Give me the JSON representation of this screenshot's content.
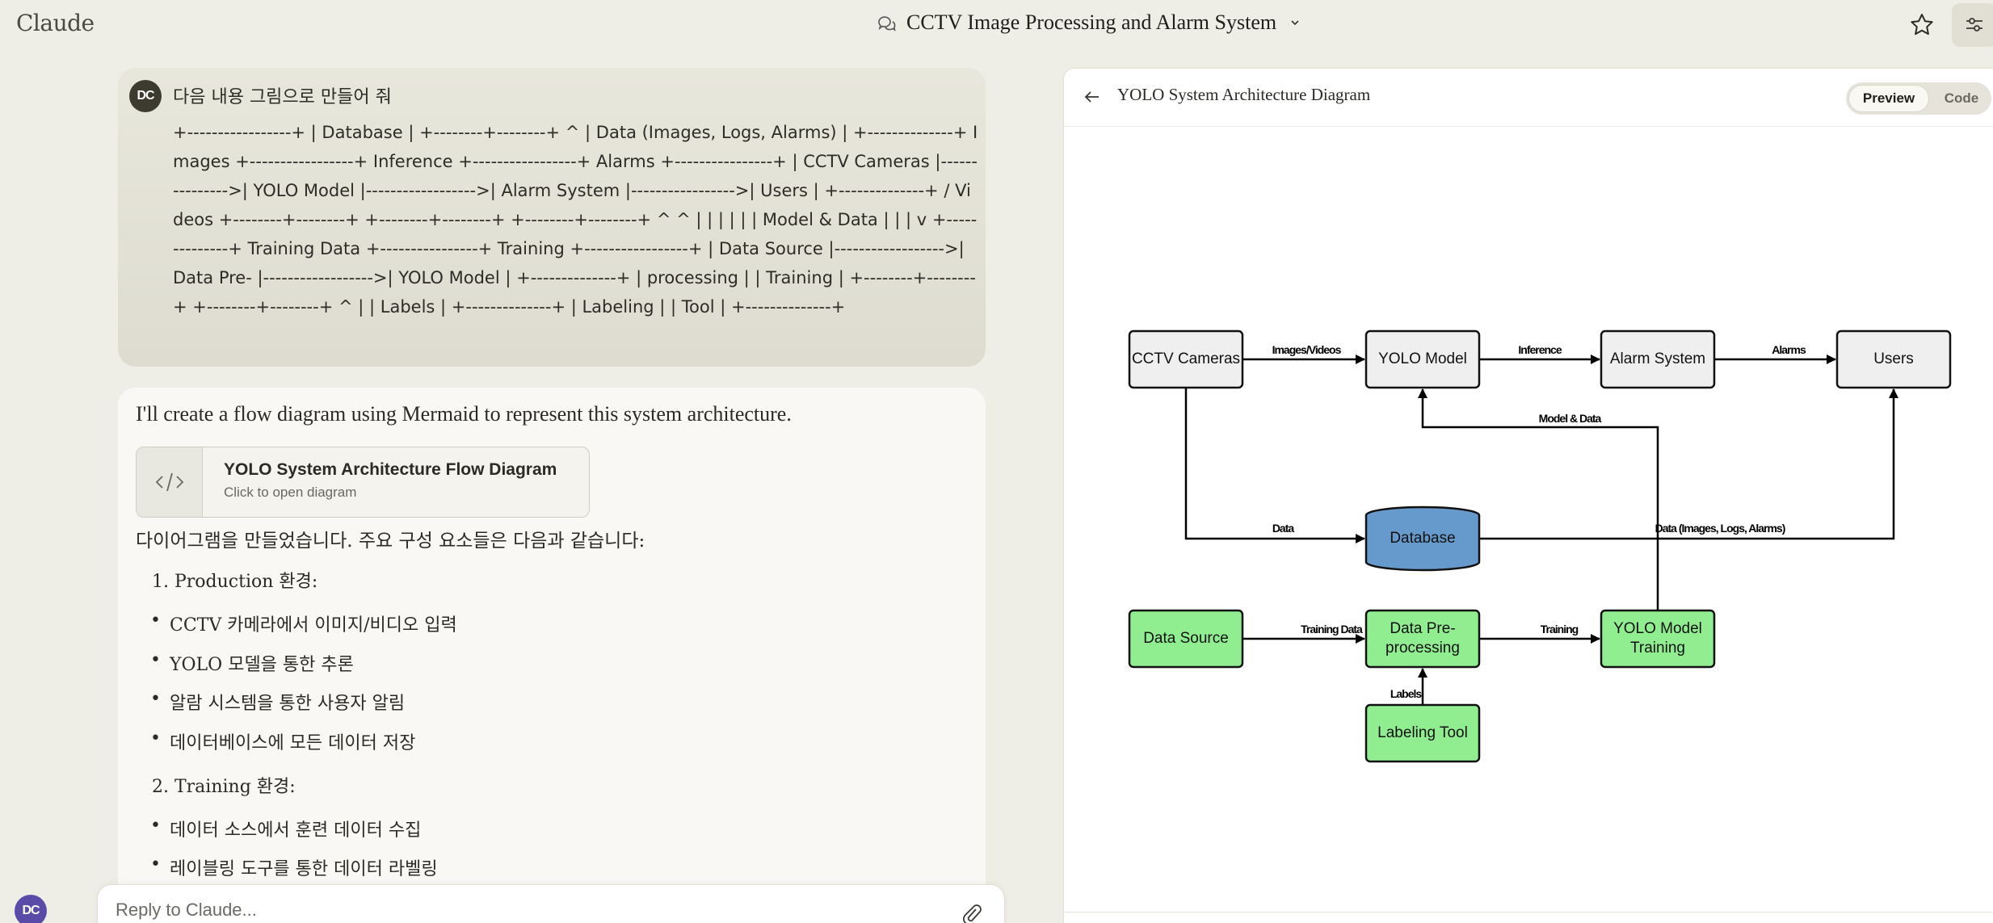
{
  "app": {
    "name": "Claude"
  },
  "header": {
    "chat_title": "CCTV Image Processing and Alarm System",
    "icons": {
      "chat": "chat-bubbles-icon",
      "dropdown": "chevron-down-icon",
      "star": "star-icon",
      "settings": "sliders-icon"
    }
  },
  "user_message": {
    "avatar_initials": "DC",
    "prompt": "다음 내용 그림으로 만들어 줘",
    "ascii_text": "+-----------------+ | Database | +--------+--------+ ^ | Data (Images, Logs, Alarms) | +--------------+ Images +-----------------+ Inference +-----------------+ Alarms +----------------+ | CCTV Cameras |--------------->| YOLO Model |------------------>| Alarm System |----------------->| Users | +--------------+ / Videos +--------+--------+ +--------+--------+ +--------+--------+ ^ ^ | | | | | | Model & Data | | | v +--------------+ Training Data +----------------+ Training +-----------------+ | Data Source |------------------>| Data Pre- |------------------>| YOLO Model | +--------------+ | processing | | Training | +--------+--------+ +--------+--------+ ^ | | Labels | +--------------+ | Labeling | | Tool | +--------------+"
  },
  "assistant_message": {
    "intro": "I'll create a flow diagram using Mermaid to represent this system architecture.",
    "artifact": {
      "icon": "code-icon",
      "title": "YOLO System Architecture Flow Diagram",
      "subtitle": "Click to open diagram"
    },
    "summary": "다이어그램을 만들었습니다. 주요 구성 요소들은 다음과 같습니다:",
    "sections": [
      {
        "heading": "1. Production 환경:",
        "bullets": [
          "CCTV 카메라에서 이미지/비디오 입력",
          "YOLO 모델을 통한 추론",
          "알람 시스템을 통한 사용자 알림",
          "데이터베이스에 모든 데이터 저장"
        ]
      },
      {
        "heading": "2. Training 환경:",
        "bullets": [
          "데이터 소스에서 훈련 데이터 수집",
          "레이블링 도구를 통한 데이터 라벨링"
        ]
      }
    ]
  },
  "reply": {
    "placeholder": "Reply to Claude...",
    "avatar_initials": "DC",
    "attach_icon": "paperclip-icon"
  },
  "artifact_panel": {
    "title": "YOLO System Architecture Diagram",
    "back_icon": "arrow-left-icon",
    "tabs": [
      {
        "label": "Preview",
        "active": true
      },
      {
        "label": "Code",
        "active": false
      }
    ],
    "diagram": {
      "colors": {
        "production_fill": "#efefef",
        "database_fill": "#6699cc",
        "training_fill": "#90ee90",
        "stroke": "#111111"
      },
      "nodes": [
        {
          "id": "cctv",
          "label": "CCTV Cameras",
          "group": "production"
        },
        {
          "id": "yolo",
          "label": "YOLO Model",
          "group": "production"
        },
        {
          "id": "alarm",
          "label": "Alarm System",
          "group": "production"
        },
        {
          "id": "users",
          "label": "Users",
          "group": "production"
        },
        {
          "id": "db",
          "label": "Database",
          "group": "database"
        },
        {
          "id": "source",
          "label": "Data Source",
          "group": "training"
        },
        {
          "id": "prep",
          "label": [
            "Data Pre-",
            "processing"
          ],
          "group": "training"
        },
        {
          "id": "train",
          "label": [
            "YOLO Model",
            "Training"
          ],
          "group": "training"
        },
        {
          "id": "label",
          "label": "Labeling Tool",
          "group": "training"
        }
      ],
      "edges": [
        {
          "from": "cctv",
          "to": "yolo",
          "label": "Images/Videos"
        },
        {
          "from": "yolo",
          "to": "alarm",
          "label": "Inference"
        },
        {
          "from": "alarm",
          "to": "users",
          "label": "Alarms"
        },
        {
          "from": "cctv",
          "to": "db",
          "label": "Data"
        },
        {
          "from": "db",
          "to": "users",
          "label": "Data (Images, Logs, Alarms)"
        },
        {
          "from": "train",
          "to": "yolo",
          "label": "Model & Data"
        },
        {
          "from": "source",
          "to": "prep",
          "label": "Training Data"
        },
        {
          "from": "prep",
          "to": "train",
          "label": "Training"
        },
        {
          "from": "label",
          "to": "prep",
          "label": "Labels"
        }
      ]
    }
  }
}
